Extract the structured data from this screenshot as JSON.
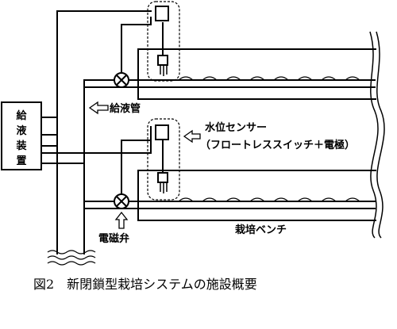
{
  "device": {
    "label_lines": [
      "給",
      "液",
      "装",
      "置"
    ]
  },
  "labels": {
    "supply_pipe": "給液管",
    "water_sensor_line1": "水位センサー",
    "water_sensor_line2": "（フロートレススイッチ＋電極）",
    "solenoid_valve": "電磁弁",
    "cultivation_bench": "栽培ベンチ"
  },
  "caption": "図2　新閉鎖型栽培システムの施設概要",
  "colors": {
    "line": "#000000",
    "background": "#ffffff"
  }
}
